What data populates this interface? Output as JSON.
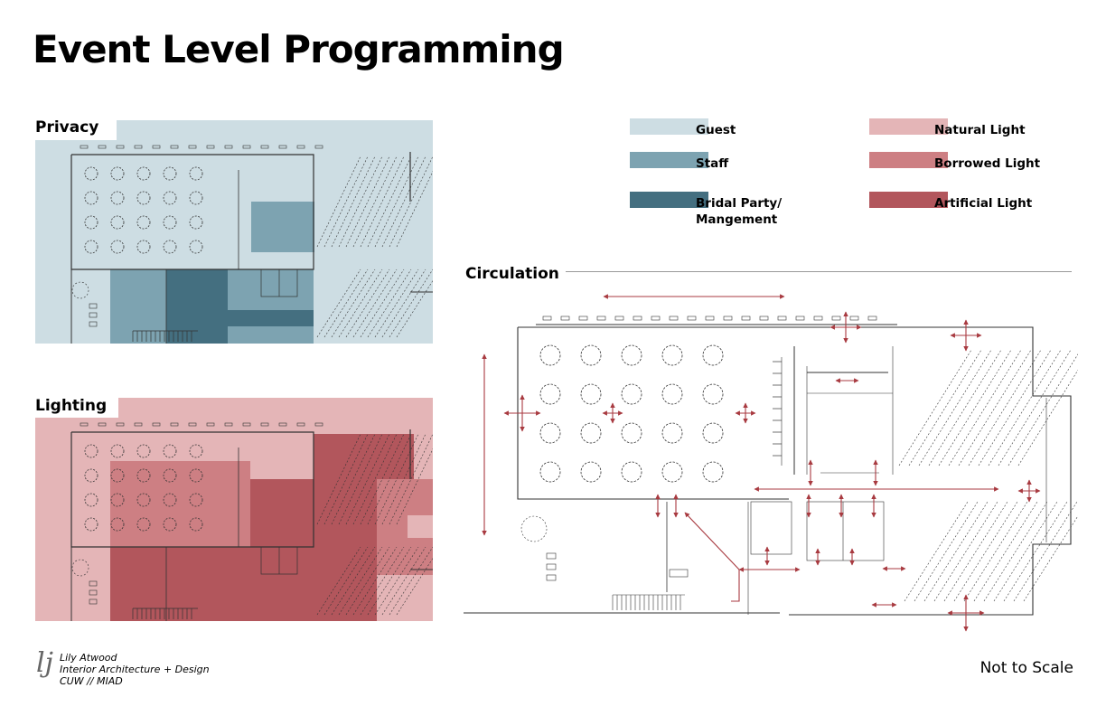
{
  "title": "Event Level Programming",
  "sections": {
    "privacy": "Privacy",
    "lighting": "Lighting",
    "circulation": "Circulation"
  },
  "legend": {
    "privacy": [
      {
        "label": "Guest",
        "color": "#cddde3"
      },
      {
        "label": "Staff",
        "color": "#7da3b1"
      },
      {
        "label": "Bridal Party/\nMangement",
        "color": "#446f80"
      }
    ],
    "lighting": [
      {
        "label": "Natural Light",
        "color": "#e4b5b7"
      },
      {
        "label": "Borrowed Light",
        "color": "#cd7f83"
      },
      {
        "label": "Artificial Light",
        "color": "#b2565c"
      }
    ]
  },
  "credit": {
    "name": "Lily Atwood",
    "program": "Interior Architecture + Design",
    "school": "CUW // MIAD"
  },
  "scale_note": "Not to Scale",
  "colors": {
    "circulation_arrow": "#a83a40",
    "plan_line": "#333333"
  }
}
